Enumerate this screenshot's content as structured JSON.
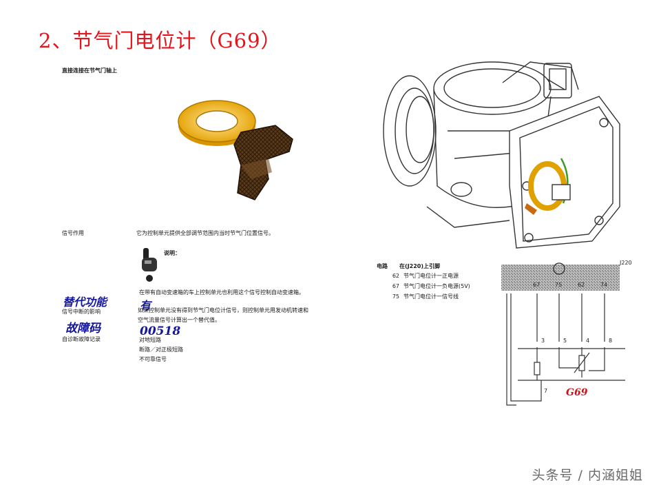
{
  "title": "2、节气门电位计（G69）",
  "top_label": "直接连接在节气门轴上",
  "signal_function": {
    "label": "信号作用",
    "text": "它为控制单元提供全部调节范围内当时节气门位置信号。"
  },
  "note_label": "说明：",
  "note_text": "在带有自动变速箱的车上控制单元也利用这个信号控制自动变速箱。",
  "handwritten_1": "替代功能",
  "handwritten_2": "有",
  "handwritten_3": "故障码",
  "handwritten_4": "00518",
  "failure_effect": {
    "label": "信号中断的影响",
    "text_line1": "如果控制单元没有得到节气门电位计信号，则控制单元用发动机转速和",
    "text_line2": "空气流量信号计算出一个替代值。"
  },
  "self_diagnosis": {
    "label": "自诊断故障记录",
    "items": [
      "对地短路",
      "断路／对正极短路",
      "不可靠信号"
    ]
  },
  "circuit": {
    "label": "电路",
    "heading": "在(J220)上引脚",
    "pins": [
      {
        "num": "62",
        "desc": "节气门电位计一正电源"
      },
      {
        "num": "67",
        "desc": "节气门电位计一负电源(5V)"
      },
      {
        "num": "75",
        "desc": "节气门电位计一信号线"
      }
    ],
    "ecu_label": "J220",
    "ecu_pins": [
      "67",
      "75",
      "62",
      "74"
    ],
    "conn_pins": [
      "3",
      "5",
      "4",
      "8"
    ],
    "ground_pin": "7",
    "component_label": "G69"
  },
  "watermark": "头条号 / 内涵姐姐",
  "colors": {
    "title": "#e4141c",
    "handwriting": "#15189b",
    "component_label": "#d01018"
  }
}
